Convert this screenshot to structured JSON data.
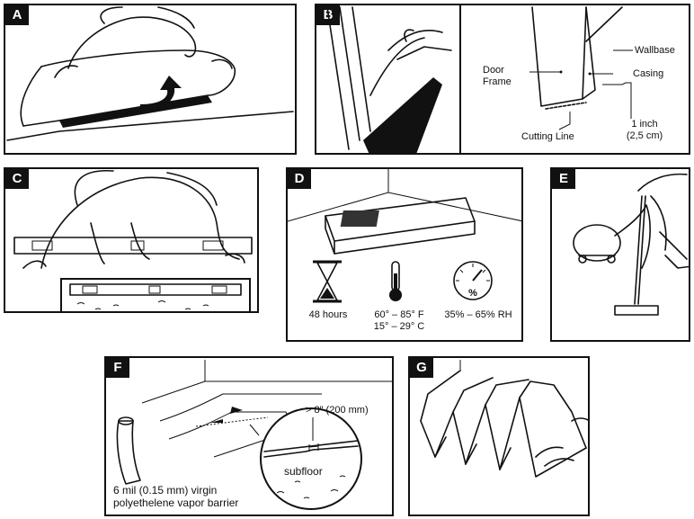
{
  "panels": {
    "a": {
      "tag": "A"
    },
    "b": {
      "tag": "B",
      "labels": {
        "door_frame": "Door\nFrame",
        "wallbase": "Wallbase",
        "casing": "Casing",
        "one_inch": "1 inch\n(2,5 cm)",
        "cutting_line": "Cutting Line"
      }
    },
    "c": {
      "tag": "C"
    },
    "d": {
      "tag": "D",
      "labels": {
        "hours": "48 hours",
        "temperature": "60° – 85° F\n15° – 29° C",
        "humidity": "35% – 65% RH",
        "percent": "%"
      }
    },
    "e": {
      "tag": "E"
    },
    "f": {
      "tag": "F",
      "labels": {
        "distance": "> 8\" (200 mm)",
        "subfloor": "subfloor",
        "vapor_barrier": "6 mil (0.15 mm) virgin\npolyethelene vapor barrier"
      }
    },
    "g": {
      "tag": "G"
    }
  },
  "icons": {
    "a": "rolling-up-floor-icon",
    "b": "undercut-door-casing-icon",
    "c": "level-check-icon",
    "d_box": "flooring-box-icon",
    "d_hourglass": "hourglass-icon",
    "d_thermometer": "thermometer-icon",
    "d_gauge": "humidity-gauge-icon",
    "e": "vacuum-cleaner-icon",
    "f": "vapor-barrier-icon",
    "g": "folded-underlayment-icon"
  }
}
